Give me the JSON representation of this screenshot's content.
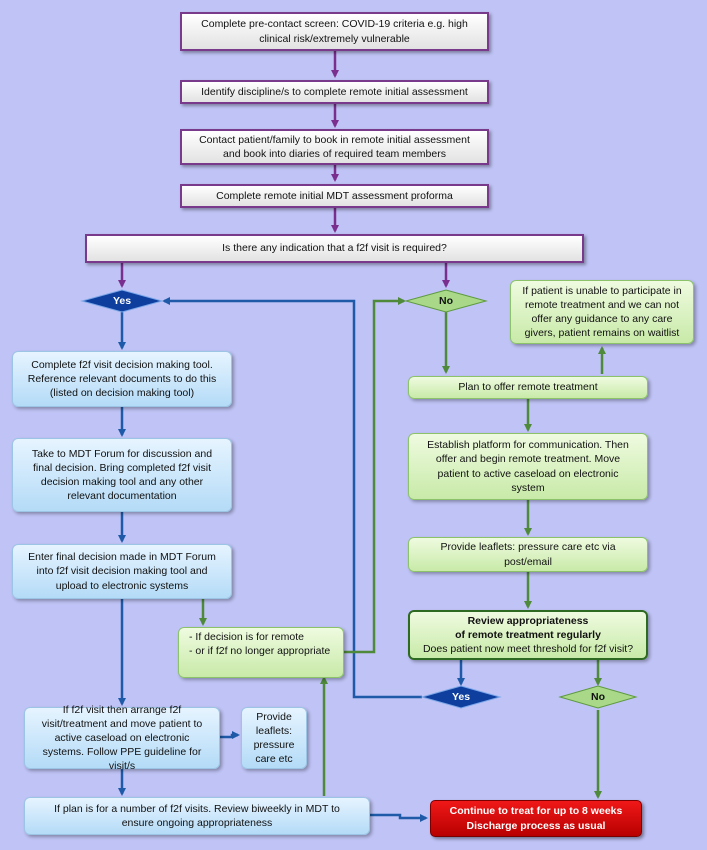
{
  "nodes": {
    "pre_contact": "Complete pre-contact screen: COVID-19 criteria e.g. high clinical risk/extremely vulnerable",
    "identify": "Identify discipline/s to complete remote initial assessment",
    "contact": "Contact patient/family to book in remote initial assessment and book into diaries of required team members",
    "proforma": "Complete remote initial MDT assessment proforma",
    "question": "Is there any indication that a f2f visit is required?",
    "yes_1": "Yes",
    "no_1": "No",
    "decision_tool": "Complete f2f visit decision making tool. Reference relevant documents to do this (listed on decision making tool)",
    "mdt_forum": "Take to MDT Forum for discussion and final decision. Bring completed f2f visit decision making tool and any other relevant documentation",
    "enter_decision": "Enter final decision made in MDT Forum into f2f visit decision making tool and upload to electronic systems",
    "remote_decision_1": "- If decision is for remote",
    "remote_decision_2": "- or if f2f no longer appropriate",
    "arrange_f2f": "If f2f visit then arrange f2f visit/treatment and move patient to active caseload on electronic systems. Follow PPE guideline for visit/s",
    "leaflets_left": "Provide leaflets: pressure care etc",
    "biweekly": "If plan is for a number of f2f visits. Review biweekly in MDT to ensure ongoing appropriateness",
    "unable": "If patient is unable to participate in remote treatment and we can not offer any guidance to any care givers, patient remains on waitlist",
    "plan_remote": "Plan to offer remote treatment",
    "platform": "Establish platform for communication. Then offer and begin remote treatment. Move patient to active caseload on electronic system",
    "leaflets_right": "Provide leaflets: pressure care etc via post/email",
    "review_1": "Review appropriateness",
    "review_2": "of remote treatment regularly",
    "review_3": "Does patient now meet threshold for f2f visit?",
    "yes_2": "Yes",
    "no_2": "No",
    "continue_1": "Continue to treat for up to 8 weeks",
    "continue_2": "Discharge process as usual"
  },
  "colors": {
    "purple_connector": "#7a2f8f",
    "blue_connector": "#1e5aa8",
    "green_connector": "#4f8a3a",
    "yes_diamond": "#0e3e9e",
    "no_diamond": "#a8d888",
    "stop_box": "#d40000"
  }
}
